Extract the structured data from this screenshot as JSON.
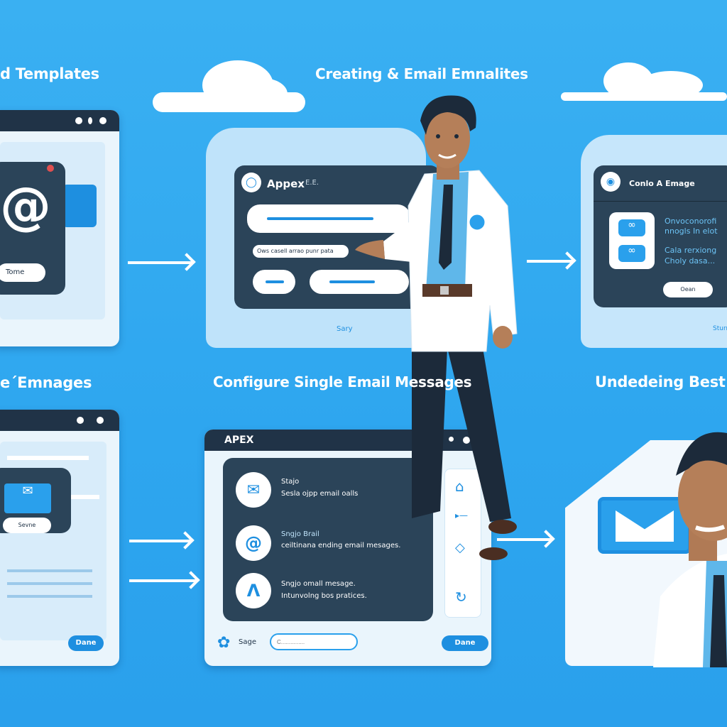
{
  "headings": {
    "top_left": "d Templates",
    "top_center": "Creating & Email Emnalites",
    "bottom_left": "e´Emnages",
    "bottom_center": "Configure Single Email Messages",
    "bottom_right": "Undedeing Best"
  },
  "panel_top_left": {
    "icon": "at-sign-icon",
    "button_label": "Tome"
  },
  "panel_top_center": {
    "title": "Appex",
    "title_suffix": "E.E.",
    "hint_text": "Ows casell arrao punr pata",
    "footer_text": "Sary"
  },
  "panel_top_right": {
    "title": "Conlo A Emage",
    "line1": "Onvoconorofi",
    "line2": "nnogls In elot",
    "line3": "Cala rerxiong",
    "line4": "Choly dasa...",
    "button_label": "Oean",
    "footer_text": "Sturr"
  },
  "panel_bottom_left": {
    "button_label": "Sevne",
    "footer_button": "Dane"
  },
  "panel_bottom_center": {
    "title": "APEX",
    "items": [
      {
        "icon": "envelope-icon",
        "title": "Stajo",
        "desc": "Sesla ojpp email oalls"
      },
      {
        "icon": "at-sign-icon",
        "title": "Sngjo Brail",
        "desc": "ceiltinana ending email mesages."
      },
      {
        "icon": "a-logo-icon",
        "title": "Sngjo omall mesage.",
        "desc": "Intunvolng bos pratices."
      }
    ],
    "footer_label": "Sage",
    "footer_input_placeholder": "C...............",
    "footer_button": "Dane"
  },
  "colors": {
    "background": "#2ea6ef",
    "dark_card": "#2b4459",
    "accent": "#1e8fe0"
  }
}
